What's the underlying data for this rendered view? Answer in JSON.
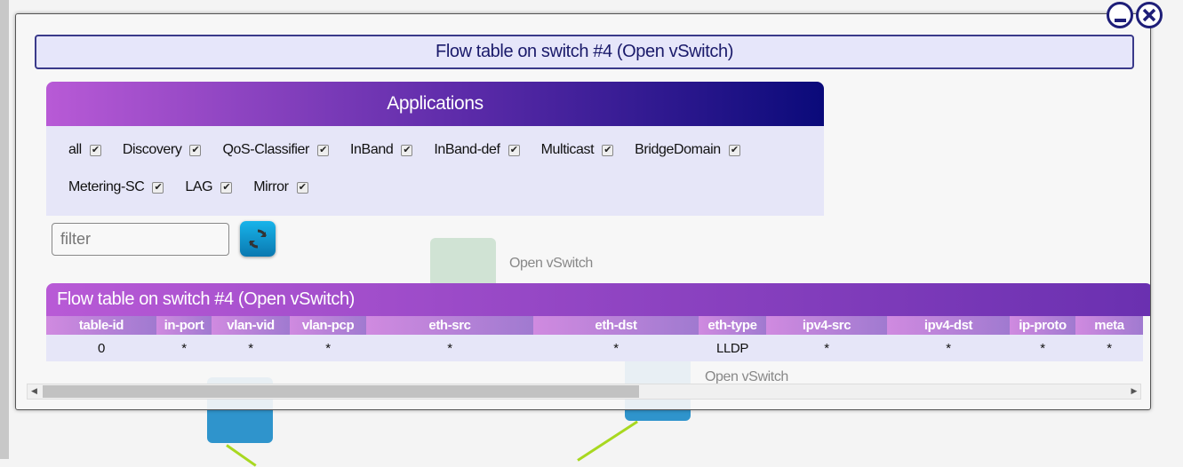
{
  "background": {
    "node_label": "Open vSwitch"
  },
  "dialog": {
    "title": "Flow table on switch #4 (Open vSwitch)",
    "applications": {
      "title": "Applications",
      "items": [
        {
          "label": "all",
          "checked": true
        },
        {
          "label": "Discovery",
          "checked": true
        },
        {
          "label": "QoS-Classifier",
          "checked": true
        },
        {
          "label": "InBand",
          "checked": true
        },
        {
          "label": "InBand-def",
          "checked": true
        },
        {
          "label": "Multicast",
          "checked": true
        },
        {
          "label": "BridgeDomain",
          "checked": true
        },
        {
          "label": "Metering-SC",
          "checked": true
        },
        {
          "label": "LAG",
          "checked": true
        },
        {
          "label": "Mirror",
          "checked": true
        }
      ]
    },
    "filter": {
      "placeholder": "filter",
      "value": ""
    },
    "flow_table": {
      "title": "Flow table on switch #4 (Open vSwitch)",
      "columns": [
        "table-id",
        "in-port",
        "vlan-vid",
        "vlan-pcp",
        "eth-src",
        "eth-dst",
        "eth-type",
        "ipv4-src",
        "ipv4-dst",
        "ip-proto",
        "meta"
      ],
      "rows": [
        [
          "0",
          "*",
          "*",
          "*",
          "*",
          "*",
          "LLDP",
          "*",
          "*",
          "*",
          "*"
        ]
      ]
    }
  }
}
